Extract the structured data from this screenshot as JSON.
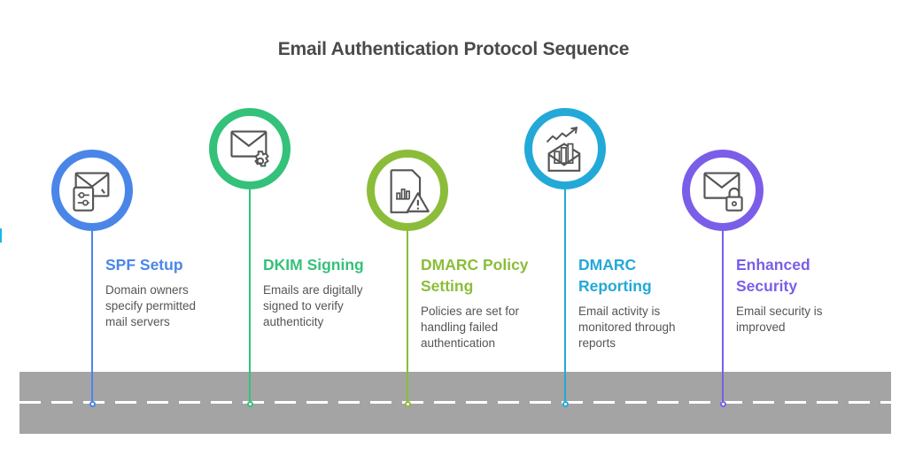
{
  "title": "Email Authentication Protocol Sequence",
  "steps": [
    {
      "title": "SPF Setup",
      "description": "Domain owners specify permitted mail servers",
      "icon": "mail-settings-sliders-icon",
      "color": "#4a86e8"
    },
    {
      "title": "DKIM Signing",
      "description": "Emails are digitally signed to verify authenticity",
      "icon": "mail-gear-icon",
      "color": "#34c17a"
    },
    {
      "title": "DMARC Policy Setting",
      "description": "Policies are set for handling failed authentication",
      "icon": "document-chart-warning-icon",
      "color": "#8bbd3a"
    },
    {
      "title": "DMARC Reporting",
      "description": "Email activity is monitored through reports",
      "icon": "mail-trend-chart-icon",
      "color": "#22a9d8"
    },
    {
      "title": "Enhanced Security",
      "description": "Email security is improved",
      "icon": "mail-lock-icon",
      "color": "#7b5ee8"
    }
  ]
}
